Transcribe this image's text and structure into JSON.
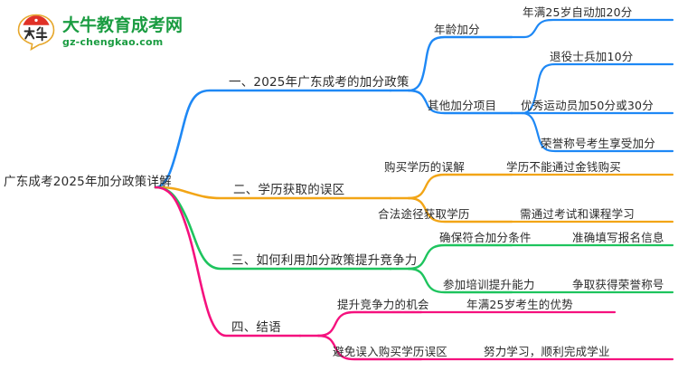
{
  "logo": {
    "mark_text": "大牛",
    "title": "大牛教育成考网",
    "subtitle": "gz-chengkao.com",
    "brand_color": "#1a9c41",
    "mark_accent": "#e03127"
  },
  "mindmap": {
    "root": {
      "label": "广东成考2025年加分政策详解"
    },
    "colors": {
      "branch1": "#1E88F5",
      "branch2": "#F2A516",
      "branch3": "#1EC45E",
      "branch4": "#F5117E"
    },
    "branches": [
      {
        "label": "一、2025年广东成考的加分政策",
        "color": "#1E88F5",
        "children": [
          {
            "label": "年龄加分",
            "children": [
              {
                "label": "年满25岁自动加20分"
              }
            ]
          },
          {
            "label": "其他加分项目",
            "children": [
              {
                "label": "退役士兵加10分"
              },
              {
                "label": "优秀运动员加50分或30分"
              },
              {
                "label": "荣誉称号考生享受加分"
              }
            ]
          }
        ]
      },
      {
        "label": "二、学历获取的误区",
        "color": "#F2A516",
        "children": [
          {
            "label": "购买学历的误解",
            "children": [
              {
                "label": "学历不能通过金钱购买"
              }
            ]
          },
          {
            "label": "合法途径获取学历",
            "children": [
              {
                "label": "需通过考试和课程学习"
              }
            ]
          }
        ]
      },
      {
        "label": "三、如何利用加分政策提升竞争力",
        "color": "#1EC45E",
        "children": [
          {
            "label": "确保符合加分条件",
            "children": [
              {
                "label": "准确填写报名信息"
              }
            ]
          },
          {
            "label": "参加培训提升能力",
            "children": [
              {
                "label": "争取获得荣誉称号"
              }
            ]
          }
        ]
      },
      {
        "label": "四、结语",
        "color": "#F5117E",
        "children": [
          {
            "label": "提升竞争力的机会",
            "children": [
              {
                "label": "年满25岁考生的优势"
              }
            ]
          },
          {
            "label": "避免误入购买学历误区",
            "children": [
              {
                "label": "努力学习，顺利完成学业"
              }
            ]
          }
        ]
      }
    ]
  }
}
